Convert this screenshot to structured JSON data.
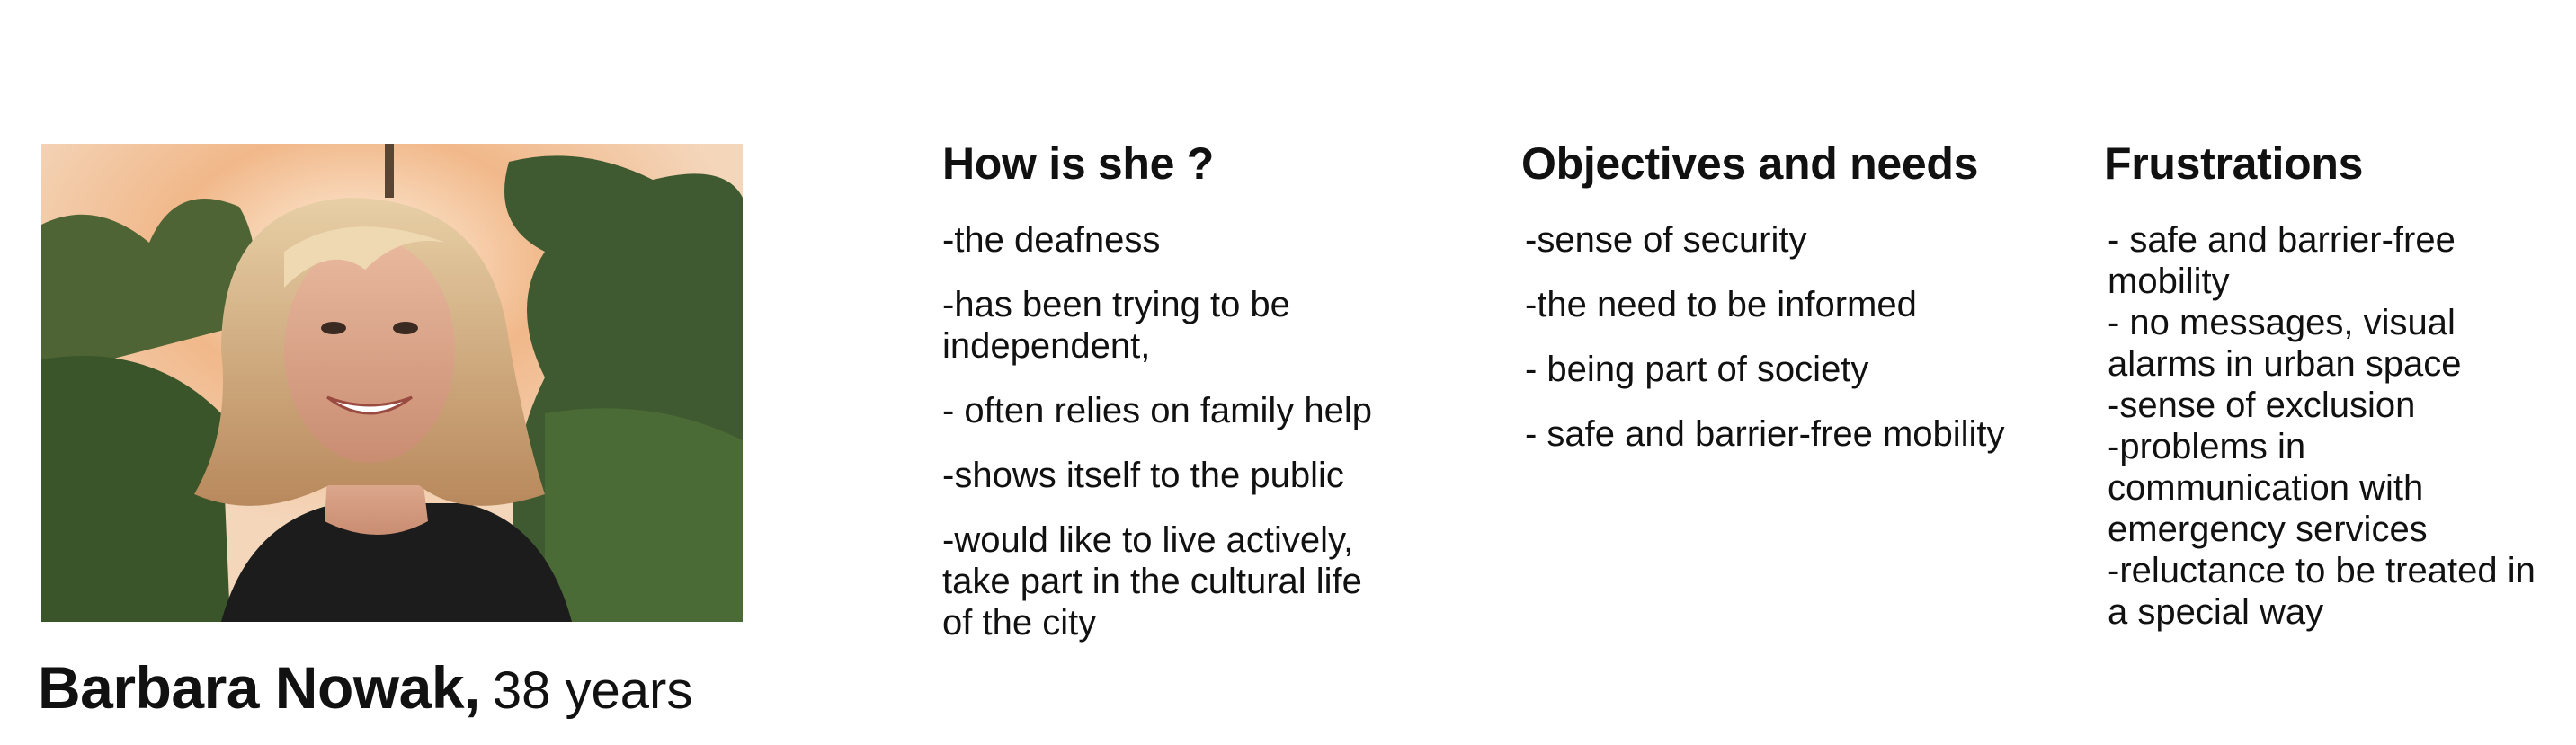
{
  "persona": {
    "name": "Barbara Nowak,",
    "age": "38 years"
  },
  "sections": [
    {
      "title": "How is she ?",
      "items": [
        "-the deafness",
        "-has been trying to be independent,",
        "- often relies on family help",
        "-shows itself to the public",
        "-would like to live actively, take part in the cultural life of the city"
      ]
    },
    {
      "title": "Objectives and needs",
      "items": [
        "-sense of security",
        "-the need to be informed",
        "- being part of society",
        "- safe and barrier-free mobility"
      ]
    },
    {
      "title": "Frustrations",
      "items": [
        "- safe and barrier-free mobility",
        "- no messages, visual alarms in urban space",
        "-sense of exclusion",
        "-problems in communication with emergency services",
        "-reluctance to be treated in a special way"
      ]
    }
  ]
}
